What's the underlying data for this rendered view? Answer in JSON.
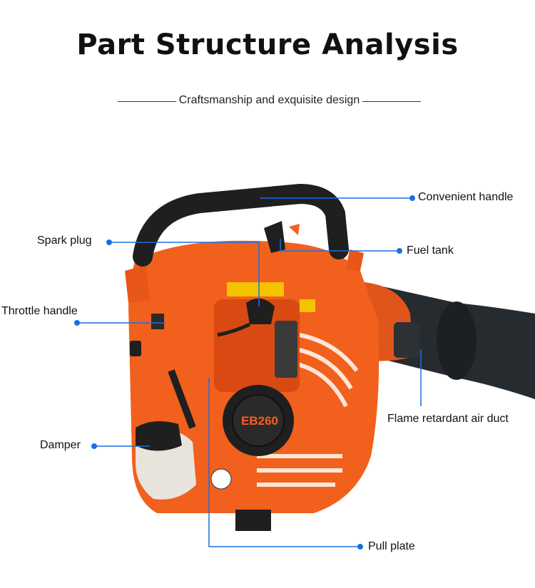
{
  "header": {
    "title": "Part Structure Analysis",
    "subtitle": "Craftsmanship and exquisite design"
  },
  "product": {
    "model_label": "EB260"
  },
  "callouts": {
    "convenient_handle": "Convenient handle",
    "spark_plug": "Spark plug",
    "fuel_tank": "Fuel tank",
    "throttle_handle": "Throttle handle",
    "flame_retardant_air_duct": "Flame retardant air duct",
    "damper": "Damper",
    "pull_plate": "Pull plate"
  },
  "colors": {
    "body_orange": "#f2601d",
    "dark_orange": "#d94a12",
    "handle_black": "#1f1f1f",
    "duct_black": "#262b30",
    "callout_blue": "#1a6fe0"
  }
}
